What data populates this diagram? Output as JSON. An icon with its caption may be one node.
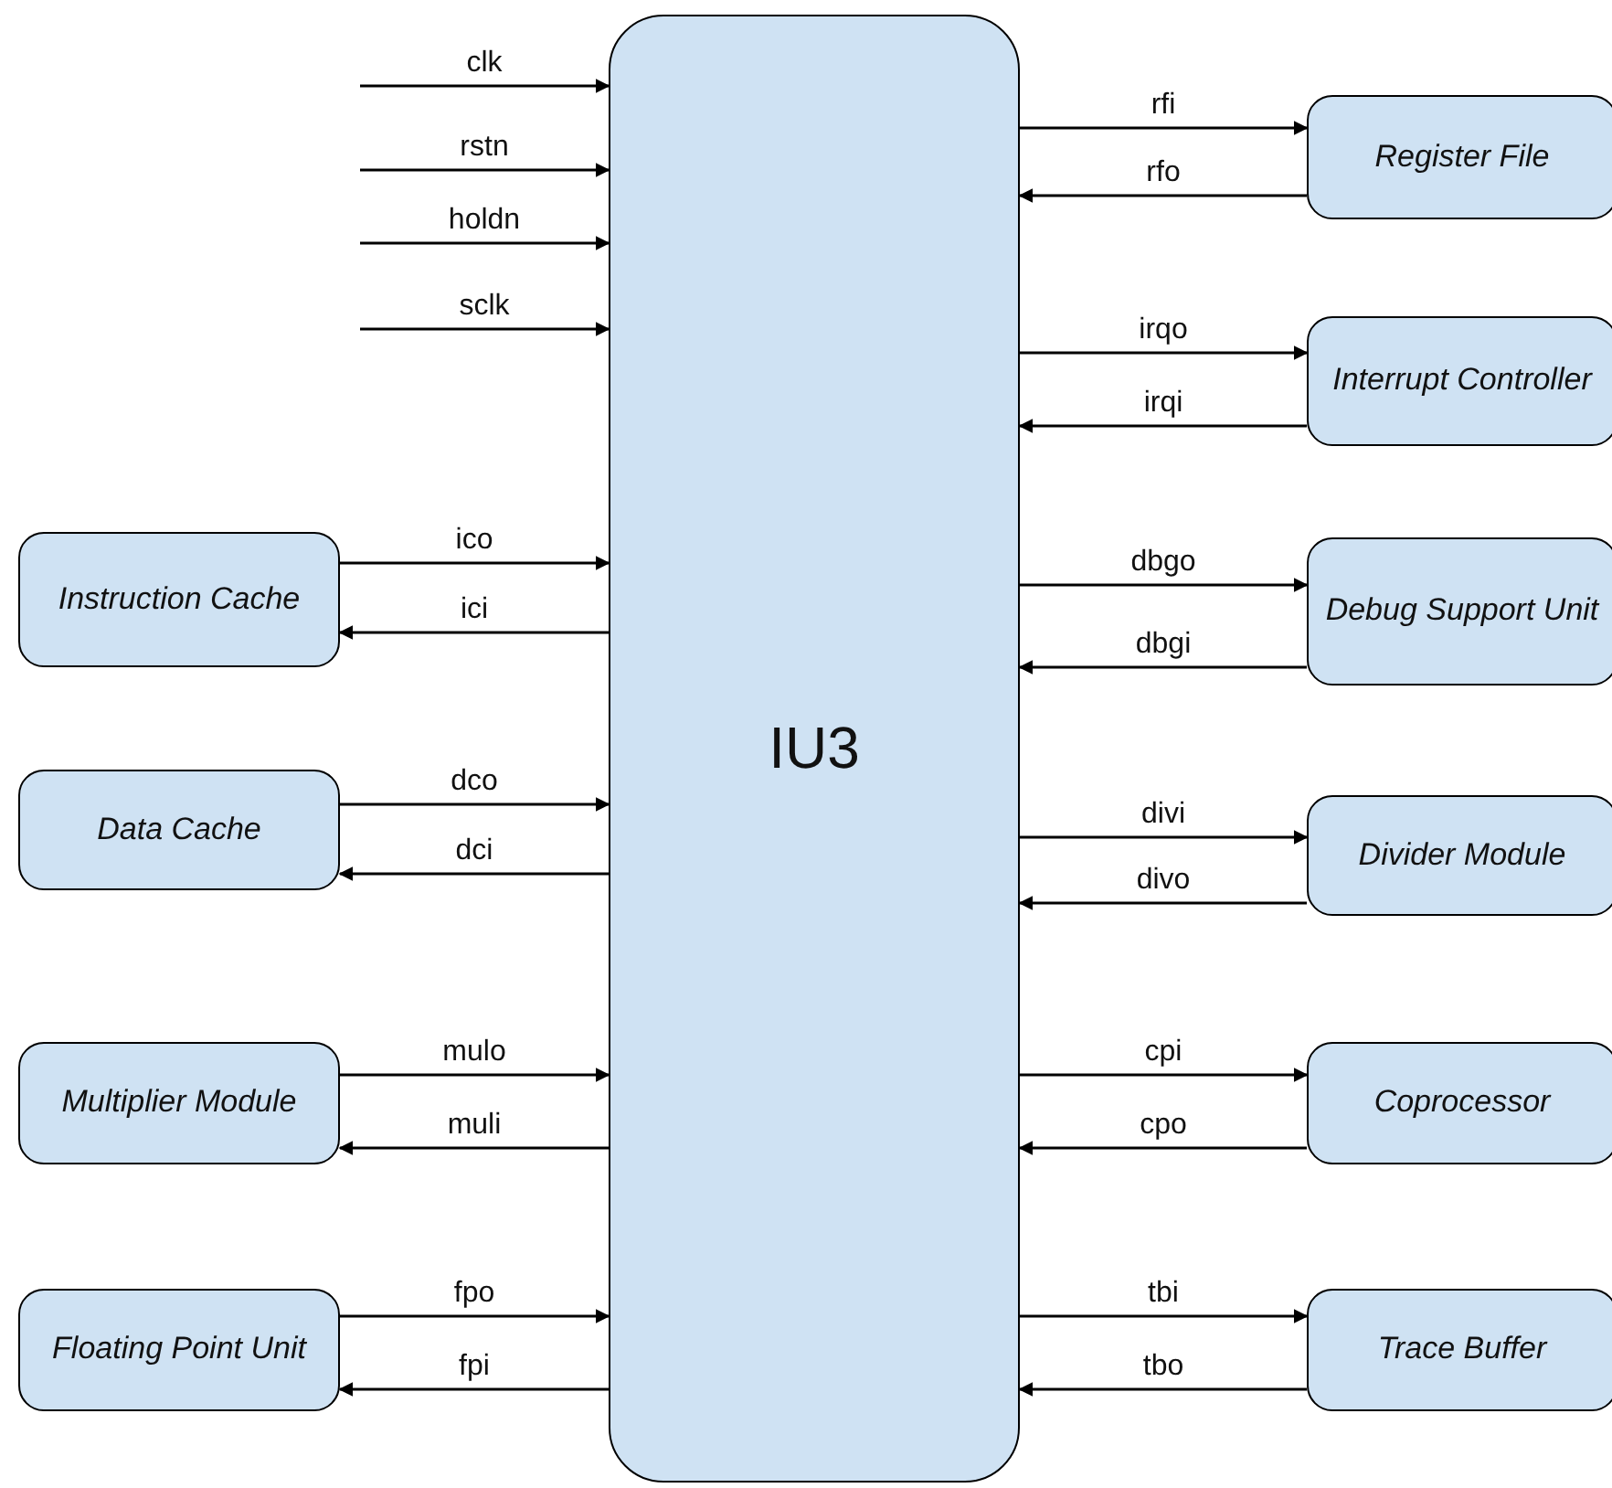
{
  "diagram": {
    "nodes": [
      {
        "text": [
          "IU3"
        ]
      },
      {
        "text": [
          "Instruction Cache"
        ]
      },
      {
        "text": [
          "Data Cache"
        ]
      },
      {
        "text": [
          "Multiplier Module"
        ]
      },
      {
        "text": [
          "Floating Point Unit"
        ]
      },
      {
        "text": [
          "Register File"
        ]
      },
      {
        "text": [
          "Interrupt Controller"
        ]
      },
      {
        "text": [
          "Debug Support Unit"
        ]
      },
      {
        "text": [
          "Divider Module"
        ]
      },
      {
        "text": [
          "Coprocessor"
        ]
      },
      {
        "text": [
          "Trace Buffer"
        ]
      }
    ],
    "edges": [
      {
        "from": null,
        "to": 0,
        "arrow": "to",
        "label": "clk"
      },
      {
        "from": null,
        "to": 0,
        "arrow": "to",
        "label": "rstn"
      },
      {
        "from": null,
        "to": 0,
        "arrow": "to",
        "label": "holdn"
      },
      {
        "from": null,
        "to": 0,
        "arrow": "to",
        "label": "sclk"
      },
      {
        "from": 1,
        "to": 0,
        "arrow": "to",
        "label": "ico"
      },
      {
        "from": 0,
        "to": 1,
        "arrow": "to",
        "label": "ici"
      },
      {
        "from": 2,
        "to": 0,
        "arrow": "to",
        "label": "dco"
      },
      {
        "from": 0,
        "to": 2,
        "arrow": "to",
        "label": "dci"
      },
      {
        "from": 3,
        "to": 0,
        "arrow": "to",
        "label": "mulo"
      },
      {
        "from": 0,
        "to": 3,
        "arrow": "to",
        "label": "muli"
      },
      {
        "from": 4,
        "to": 0,
        "arrow": "to",
        "label": "fpo"
      },
      {
        "from": 0,
        "to": 4,
        "arrow": "to",
        "label": "fpi"
      },
      {
        "from": 0,
        "to": 5,
        "arrow": "to",
        "label": "rfi"
      },
      {
        "from": 5,
        "to": 0,
        "arrow": "to",
        "label": "rfo"
      },
      {
        "from": 0,
        "to": 6,
        "arrow": "to",
        "label": "irqo"
      },
      {
        "from": 6,
        "to": 0,
        "arrow": "to",
        "label": "irqi"
      },
      {
        "from": 0,
        "to": 7,
        "arrow": "to",
        "label": "dbgo"
      },
      {
        "from": 7,
        "to": 0,
        "arrow": "to",
        "label": "dbgi"
      },
      {
        "from": 0,
        "to": 8,
        "arrow": "to",
        "label": "divi"
      },
      {
        "from": 8,
        "to": 0,
        "arrow": "to",
        "label": "divo"
      },
      {
        "from": 0,
        "to": 9,
        "arrow": "to",
        "label": "cpi"
      },
      {
        "from": 9,
        "to": 0,
        "arrow": "to",
        "label": "cpo"
      },
      {
        "from": 0,
        "to": 10,
        "arrow": "to",
        "label": "tbi"
      },
      {
        "from": 10,
        "to": 0,
        "arrow": "to",
        "label": "tbo"
      }
    ]
  }
}
